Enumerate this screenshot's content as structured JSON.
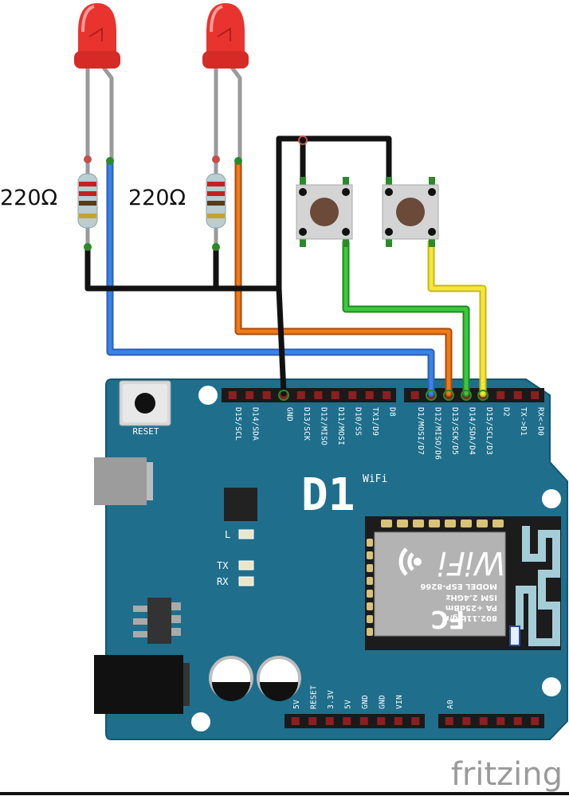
{
  "resistors": [
    {
      "label": "220Ω"
    },
    {
      "label": "220Ω"
    }
  ],
  "board": {
    "reset_label": "RESET",
    "logo_main": "D1",
    "logo_sub": "WiFi",
    "led_l": "L",
    "led_tx": "TX",
    "led_rx": "RX",
    "header_top_left": [
      "D15/SCL",
      "D14/SDA",
      "",
      "GND",
      "D13/SCK",
      "D12/MISO",
      "D11/MOSI",
      "D10/SS",
      "TX1/D9",
      "D8"
    ],
    "header_top_right": [
      "D1/MOSI/D7",
      "D12/MISO/D6",
      "D13/SCK/D5",
      "D14/SDA/D4",
      "D15/SCL/D3",
      "D2",
      "TX->D1",
      "RX<-D0"
    ],
    "header_bottom_power": [
      "5V",
      "RESET",
      "3.3V",
      "5V",
      "GND",
      "GND",
      "VIN"
    ],
    "header_bottom_analog": [
      "A0"
    ]
  },
  "module": {
    "fc": "FC",
    "model_line": "MODEL  ESP-8266",
    "ism_line": "ISM 2.4GHz",
    "pa_line": "PA +25dBm",
    "std_line": "802.11b/g/n",
    "wifi": "WiFi"
  },
  "watermark": "fritzing",
  "colors": {
    "board": "#1f6e8c",
    "board_edge": "#15566e",
    "led": "#e8332f",
    "wire_black": "#111111",
    "wire_blue": "#2f6fcf",
    "wire_orange": "#e0660f",
    "wire_green": "#33b233",
    "wire_yellow": "#f0e020",
    "module": "#1c1c1c"
  }
}
